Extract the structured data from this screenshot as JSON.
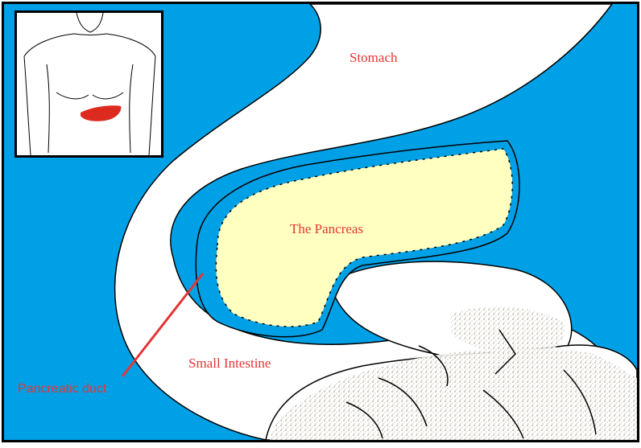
{
  "labels": {
    "stomach": "Stomach",
    "pancreas": "The Pancreas",
    "small_intestine": "Small Intestine",
    "pancreatic_duct": "Pancreatic duct"
  },
  "colors": {
    "background": "#00a0e6",
    "organ_fill": "#ffffff",
    "pancreas_fill": "#ffffc0",
    "label_red": "#e53535",
    "outline": "#000000",
    "inset_pancreas": "#dd2a1f",
    "shading": "#b9b2a0"
  }
}
